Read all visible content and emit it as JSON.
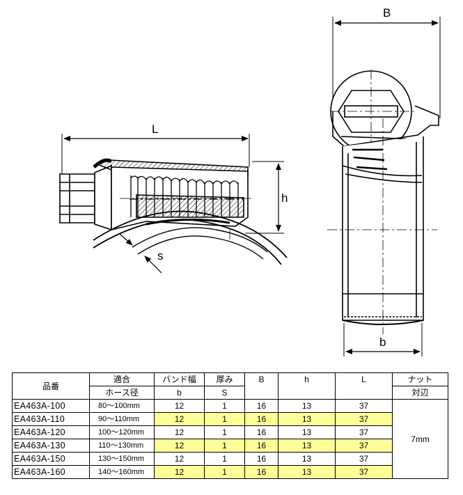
{
  "drawing": {
    "side_view_labels": {
      "L": "L",
      "h": "h",
      "s": "s"
    },
    "front_view_labels": {
      "B": "B",
      "b": "b"
    }
  },
  "table": {
    "headers": {
      "part_no": "品番",
      "hose_top": "適合",
      "hose_bottom": "ホース径",
      "band_width_top": "バンド幅",
      "band_width_bottom": "b",
      "thickness_top": "厚み",
      "thickness_bottom": "S",
      "B": "B",
      "h": "h",
      "L": "L",
      "nut_top": "ナット",
      "nut_bottom": "対辺"
    },
    "rows": [
      {
        "part": "EA463A-100",
        "hose": "80〜100mm",
        "b": "12",
        "s": "1",
        "B": "16",
        "h": "13",
        "L": "37",
        "highlight": false
      },
      {
        "part": "EA463A-110",
        "hose": "90〜110mm",
        "b": "12",
        "s": "1",
        "B": "16",
        "h": "13",
        "L": "37",
        "highlight": true
      },
      {
        "part": "EA463A-120",
        "hose": "100〜120mm",
        "b": "12",
        "s": "1",
        "B": "16",
        "h": "13",
        "L": "37",
        "highlight": false
      },
      {
        "part": "EA463A-130",
        "hose": "110〜130mm",
        "b": "12",
        "s": "1",
        "B": "16",
        "h": "13",
        "L": "37",
        "highlight": true
      },
      {
        "part": "EA463A-150",
        "hose": "130〜150mm",
        "b": "12",
        "s": "1",
        "B": "16",
        "h": "13",
        "L": "37",
        "highlight": false
      },
      {
        "part": "EA463A-160",
        "hose": "140〜160mm",
        "b": "12",
        "s": "1",
        "B": "16",
        "h": "13",
        "L": "37",
        "highlight": true
      }
    ],
    "nut_size": "7mm"
  }
}
